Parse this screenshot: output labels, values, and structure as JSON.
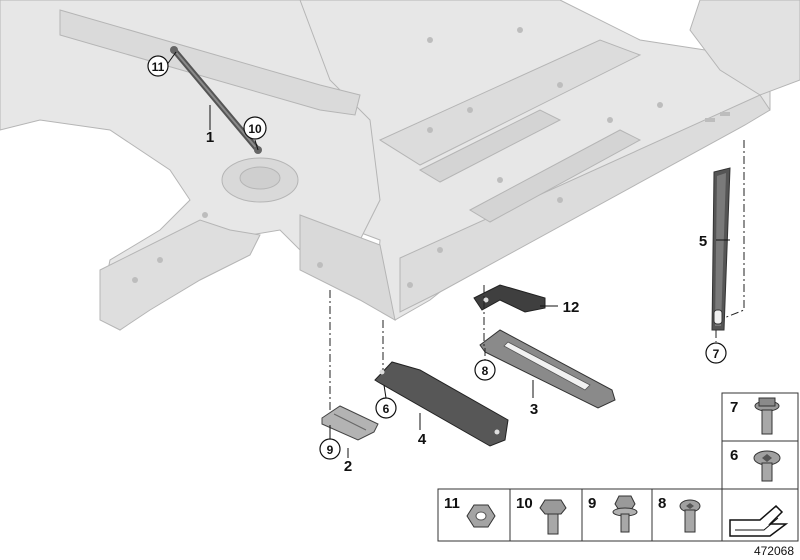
{
  "diagram": {
    "figure_number": "472068",
    "callouts": [
      {
        "id": "c11-top",
        "number": "11",
        "circled": true
      },
      {
        "id": "c1",
        "number": "1",
        "circled": false
      },
      {
        "id": "c10-top",
        "number": "10",
        "circled": true
      },
      {
        "id": "c5",
        "number": "5",
        "circled": false
      },
      {
        "id": "c7-top",
        "number": "7",
        "circled": true
      },
      {
        "id": "c12",
        "number": "12",
        "circled": false
      },
      {
        "id": "c8-mid",
        "number": "8",
        "circled": true
      },
      {
        "id": "c3",
        "number": "3",
        "circled": false
      },
      {
        "id": "c6-mid",
        "number": "6",
        "circled": true
      },
      {
        "id": "c4",
        "number": "4",
        "circled": false
      },
      {
        "id": "c9-mid",
        "number": "9",
        "circled": true
      },
      {
        "id": "c2",
        "number": "2",
        "circled": false
      }
    ],
    "legend": [
      {
        "number": "7",
        "part": "flange-bolt"
      },
      {
        "number": "6",
        "part": "torx-screw"
      },
      {
        "number": "11",
        "part": "hex-nut"
      },
      {
        "number": "10",
        "part": "hex-bolt"
      },
      {
        "number": "9",
        "part": "bolt-with-washer"
      },
      {
        "number": "8",
        "part": "torx-screw-short"
      }
    ],
    "colors": {
      "body_fill": "#e6e6e6",
      "body_line": "#b8b8b8",
      "part_dark": "#555555",
      "part_mid": "#8a8a8a",
      "ink": "#111111"
    }
  }
}
